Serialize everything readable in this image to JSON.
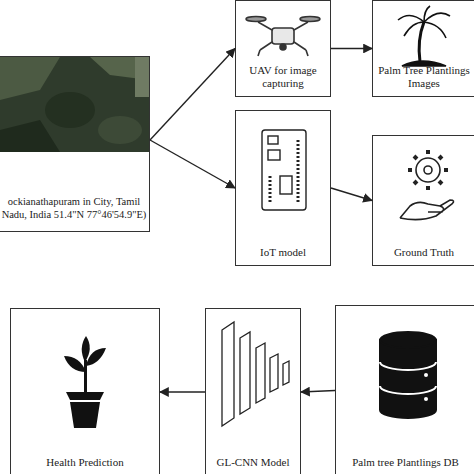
{
  "diagram": {
    "nodes": [
      {
        "text": [
          "ockianathapuram in City, Tamil Nadu, India 51.4\"N 77°46'54.9\"E)"
        ]
      },
      {
        "text": [
          "UAV for image capturing"
        ]
      },
      {
        "text": [
          "Palm Tree Plantlings Images"
        ]
      },
      {
        "text": [
          "IoT model"
        ]
      },
      {
        "text": [
          "Ground Truth"
        ]
      },
      {
        "text": [
          "Health Prediction"
        ]
      },
      {
        "text": [
          "GL-CNN Model"
        ]
      },
      {
        "text": [
          "Palm tree Plantlings DB"
        ]
      }
    ],
    "edges": [
      {
        "from": 0,
        "to": 1,
        "arrow": "to"
      },
      {
        "from": 0,
        "to": 3,
        "arrow": "to"
      },
      {
        "from": 1,
        "to": 2,
        "arrow": "to"
      },
      {
        "from": 3,
        "to": 4,
        "arrow": "to"
      },
      {
        "from": 7,
        "to": 6,
        "arrow": "to"
      },
      {
        "from": 6,
        "to": 5,
        "arrow": "to"
      }
    ]
  }
}
